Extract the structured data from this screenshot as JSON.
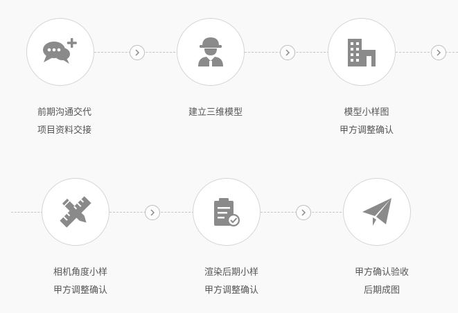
{
  "steps": [
    {
      "icon": "chat-bubbles-plus-icon",
      "line1": "前期沟通交代",
      "line2": "项目资料交接"
    },
    {
      "icon": "worker-helmet-icon",
      "line1": "建立三维模型",
      "line2": ""
    },
    {
      "icon": "building-icon",
      "line1": "模型小样图",
      "line2": "甲方调整确认"
    },
    {
      "icon": "pencil-ruler-icon",
      "line1": "相机角度小样",
      "line2": "甲方调整确认"
    },
    {
      "icon": "clipboard-check-icon",
      "line1": "渲染后期小样",
      "line2": "甲方调整确认"
    },
    {
      "icon": "paper-plane-icon",
      "line1": "甲方确认验收",
      "line2": "后期成图"
    }
  ],
  "colors": {
    "icon": "#8a8a8a",
    "text": "#555555",
    "circle_border": "#d4d4d4",
    "dash": "#c4c4c4"
  }
}
